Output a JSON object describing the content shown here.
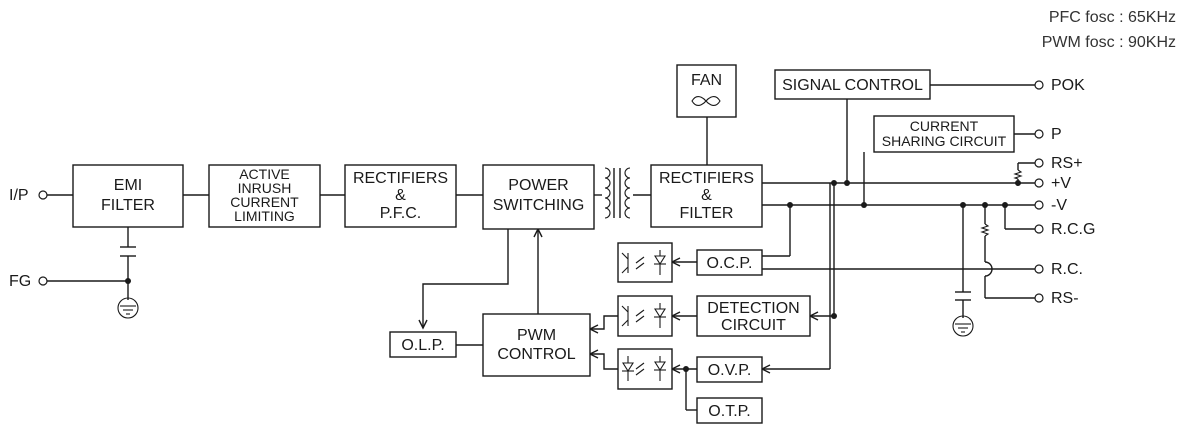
{
  "header": {
    "pfc_fosc": "PFC fosc : 65KHz",
    "pwm_fosc": "PWM fosc : 90KHz"
  },
  "blocks": {
    "emi_filter": [
      "EMI",
      "FILTER"
    ],
    "active_inrush": [
      "ACTIVE",
      "INRUSH",
      "CURRENT",
      "LIMITING"
    ],
    "rectifiers_pfc": [
      "RECTIFIERS",
      "&",
      "P.F.C."
    ],
    "power_switching": [
      "POWER",
      "SWITCHING"
    ],
    "rectifiers_filter": [
      "RECTIFIERS",
      "&",
      "FILTER"
    ],
    "fan": "FAN",
    "signal_control": "SIGNAL CONTROL",
    "current_sharing": [
      "CURRENT",
      "SHARING CIRCUIT"
    ],
    "ocp": "O.C.P.",
    "detection": [
      "DETECTION",
      "CIRCUIT"
    ],
    "ovp": "O.V.P.",
    "otp": "O.T.P.",
    "olp": "O.L.P.",
    "pwm_control": [
      "PWM",
      "CONTROL"
    ]
  },
  "terminals": {
    "input": "I/P",
    "fg": "FG",
    "pok": "POK",
    "p": "P",
    "rs_plus": "RS+",
    "v_plus": "+V",
    "v_minus": "-V",
    "rcg": "R.C.G",
    "rc": "R.C.",
    "rs_minus": "RS-"
  },
  "icons": {
    "fan": "fan-icon",
    "transformer": "transformer-icon",
    "ground": "ground-icon",
    "capacitor": "capacitor-icon",
    "resistor": "resistor-icon",
    "optocoupler": "optocoupler-icon"
  },
  "colors": {
    "line": "#1a1a1a",
    "background": "#ffffff"
  }
}
